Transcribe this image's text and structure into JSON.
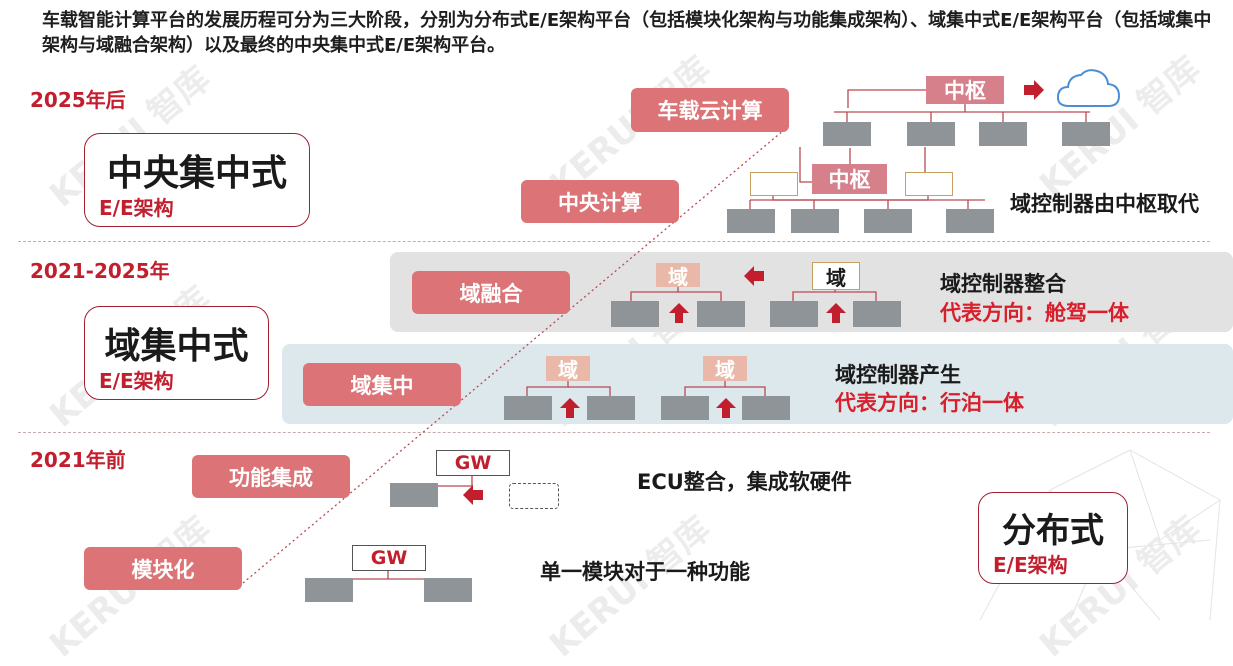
{
  "intro_text": "车载智能计算平台的发展历程可分为三大阶段，分别为分布式E/E架构平台（包括模块化架构与功能集成架构）、域集中式E/E架构平台（包括域集中架构与域融合架构）以及最终的中央集中式E/E架构平台。",
  "eras": {
    "e2025": "2025年后",
    "e2021_2025": "2021-2025年",
    "e2021": "2021年前"
  },
  "stages": {
    "cloud": "车载云计算",
    "central": "中央计算",
    "fusion": "域融合",
    "domain": "域集中",
    "integration": "功能集成",
    "module": "模块化"
  },
  "architectures": {
    "central": {
      "title": "中央集中式",
      "sub": "E/E架构"
    },
    "domain": {
      "title": "域集中式",
      "sub": "E/E架构"
    },
    "distributed": {
      "title": "分布式",
      "sub": "E/E架构"
    }
  },
  "labels": {
    "hub": "中枢",
    "domain": "域",
    "gw": "GW"
  },
  "descriptions": {
    "central": "域控制器由中枢取代",
    "fusion": "域控制器整合",
    "fusion_dir": "代表方向：舱驾一体",
    "domain": "域控制器产生",
    "domain_dir": "代表方向：行泊一体",
    "integration": "ECU整合，集成软硬件",
    "module": "单一模块对于一种功能"
  },
  "watermark": "KERUI 智库",
  "colors": {
    "accent_red": "#c21f2e",
    "stage_fill": "#db7377",
    "hub_fill": "#d6808b",
    "domain_chip_fill": "#eab8a8",
    "ecu_gray": "#8f9498",
    "arrow_red": "#c21f2e",
    "fusion_band": "#e2e2e2",
    "domain_band": "#dde8ec"
  },
  "icons": [
    "cloud-icon",
    "arrow-right-icon",
    "arrow-left-icon",
    "arrow-up-icon"
  ]
}
